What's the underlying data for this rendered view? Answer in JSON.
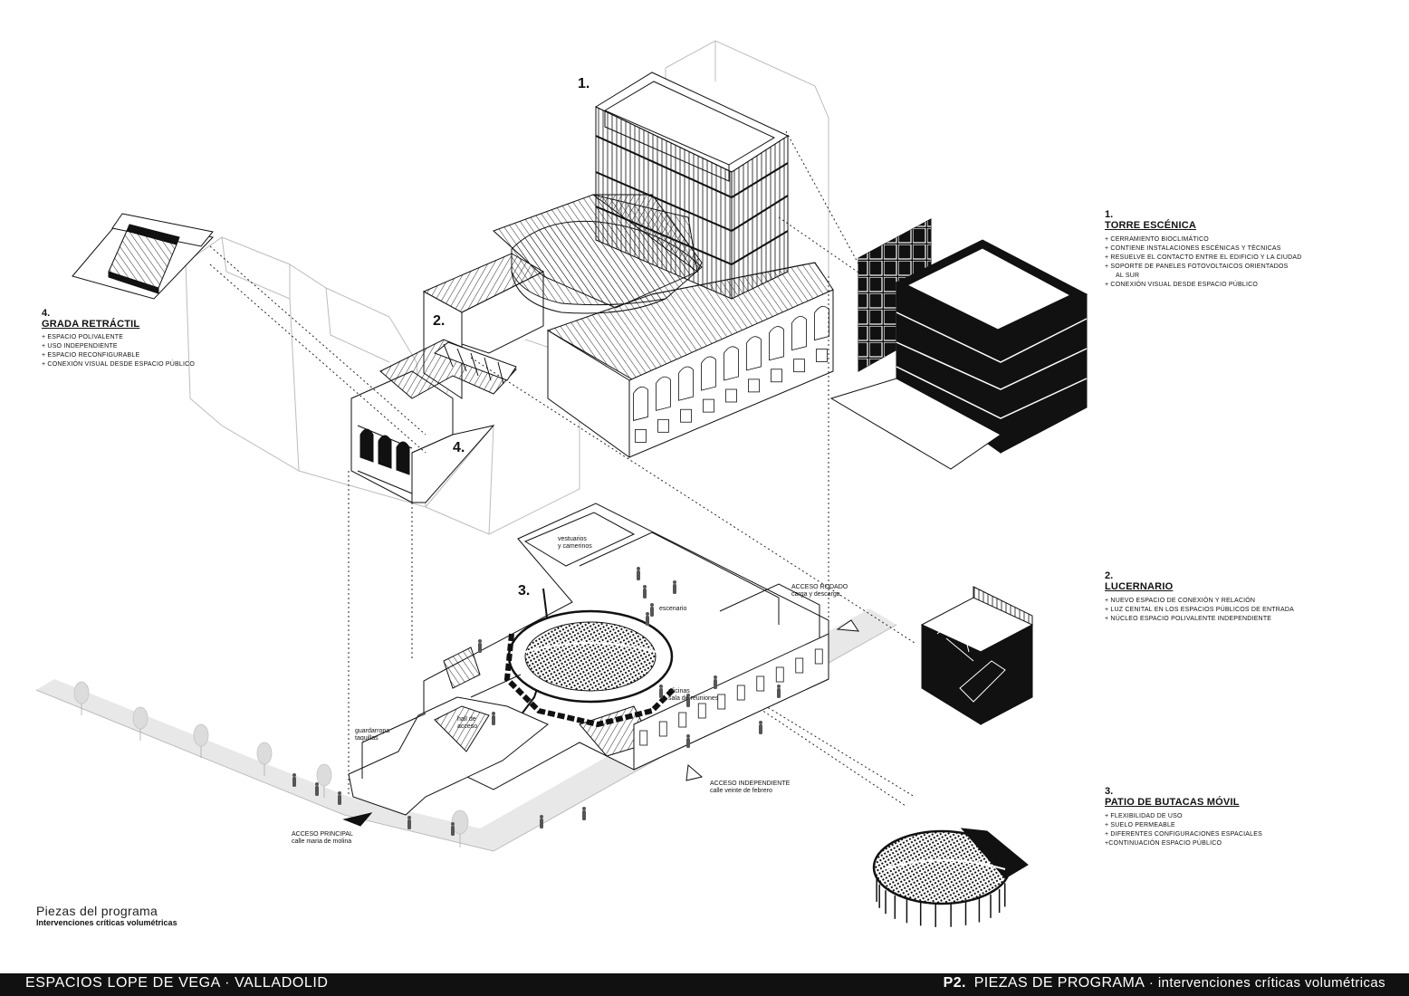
{
  "pieces": {
    "torre": {
      "number": "1.",
      "title": "TORRE ESCÉNICA",
      "items": [
        "+ CERRAMIENTO BIOCLIMÁTICO",
        "+ CONTIENE INSTALACIONES ESCÉNICAS Y TÉCNICAS",
        "+ RESUELVE EL CONTACTO ENTRE EL EDIFICIO Y LA CIUDAD",
        "+ SOPORTE DE PANELES FOTOVOLTAICOS ORIENTADOS",
        "AL SUR",
        "+ CONEXIÓN VISUAL DESDE ESPACIO PÚBLICO"
      ]
    },
    "lucernario": {
      "number": "2.",
      "title": "LUCERNARIO",
      "items": [
        "+ NUEVO ESPACIO DE CONEXIÓN Y RELACIÓN",
        "+ LUZ CENITAL EN LOS ESPACIOS PÚBLICOS DE ENTRADA",
        "+ NÚCLEO ESPACIO POLIVALENTE INDEPENDIENTE"
      ]
    },
    "patio": {
      "number": "3.",
      "title": "PATIO DE BUTACAS MÓVIL",
      "items": [
        "+ FLEXIBILIDAD DE USO",
        "+ SUELO PERMEABLE",
        "+ DIFERENTES CONFIGURACIONES ESPACIALES",
        "+CONTINUACIÓN ESPACIO PÚBLICO"
      ]
    },
    "grada": {
      "number": "4.",
      "title": "GRADA RETRÁCTIL",
      "items": [
        "+ ESPACIO POLIVALENTE",
        "+ USO INDEPENDIENTE",
        "+ ESPACIO RECONFIGURABLE",
        "+ CONEXIÓN VISUAL DESDE ESPACIO PÚBLICO"
      ]
    }
  },
  "markers": {
    "m1": "1.",
    "m2": "2.",
    "m3": "3.",
    "m4": "4."
  },
  "plan_labels": {
    "vestuarios": "vestuarios\ny camerinos",
    "escenario": "escenario",
    "acceso_rodado": "ACCESO RODADO\ncarga y descarga",
    "oficinas": "oficinas\nsala de reuniones",
    "hall": "hall de\nacceso",
    "guardarropa": "guardarropa\ntaquillas",
    "acceso_indep": "ACCESO INDEPENDIENTE\ncalle veinte de febrero",
    "acceso_principal": "ACCESO PRINCIPAL\ncalle maria de molina"
  },
  "caption": {
    "title": "Piezas del programa",
    "subtitle": "Intervenciones críticas volumétricas"
  },
  "footer": {
    "left": "ESPACIOS LOPE DE VEGA · VALLADOLID",
    "code": "P2.",
    "right_title": "PIEZAS DE PROGRAMA",
    "right_sub": " · intervenciones críticas volumétricas"
  },
  "colors": {
    "ink": "#111111",
    "ghost": "#bbbbbb",
    "street": "#e6e6e6",
    "paper": "#ffffff"
  }
}
